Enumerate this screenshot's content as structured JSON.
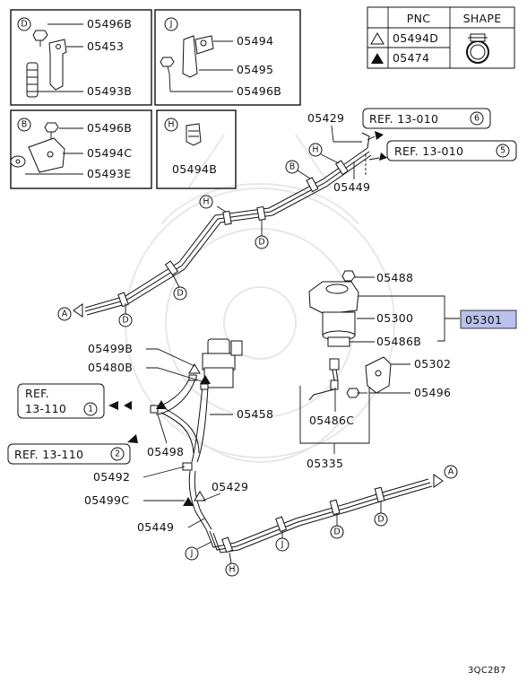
{
  "legend": {
    "header_pnc": "PNC",
    "header_shape": "SHAPE",
    "rows": [
      {
        "symbol": "outline-triangle",
        "pnc": "05494D"
      },
      {
        "symbol": "filled-triangle",
        "pnc": "05474"
      }
    ]
  },
  "inset_d": {
    "letter": "D",
    "labels": [
      "05496B",
      "05453",
      "05493B"
    ]
  },
  "inset_j": {
    "letter": "J",
    "labels": [
      "05494",
      "05495",
      "05496B"
    ]
  },
  "inset_b": {
    "letter": "B",
    "labels": [
      "05496B",
      "05494C",
      "05493E"
    ]
  },
  "inset_h": {
    "letter": "H",
    "labels": [
      "05494B"
    ]
  },
  "refs": [
    {
      "prefix": "REF. 13-010",
      "num": "6"
    },
    {
      "prefix": "REF. 13-010",
      "num": "5"
    },
    {
      "prefix": "REF.",
      "line2": "13-110",
      "num": "1"
    },
    {
      "prefix": "REF. 13-110",
      "num": "2"
    }
  ],
  "upper_labels": {
    "p05429": "05429",
    "p05449": "05449"
  },
  "filter_labels": [
    "05488",
    "05300",
    "05486B",
    "05302",
    "05496",
    "05486C",
    "05335"
  ],
  "assembly_label": "05301",
  "lower_labels": [
    "05499B",
    "05480B",
    "05458",
    "05498",
    "05492",
    "05499C",
    "05429",
    "05449"
  ],
  "clip_letters": {
    "a": "A",
    "b": "B",
    "d": "D",
    "h": "H",
    "j": "J"
  },
  "diagram_code": "3QC2B7",
  "colors": {
    "highlight": "#b9c1ec",
    "ink": "#111111"
  },
  "icons": [
    "circle-arrow-icon",
    "filled-arrow-icon",
    "outline-arrow-icon",
    "filled-triangle-icon",
    "outline-triangle-icon"
  ]
}
